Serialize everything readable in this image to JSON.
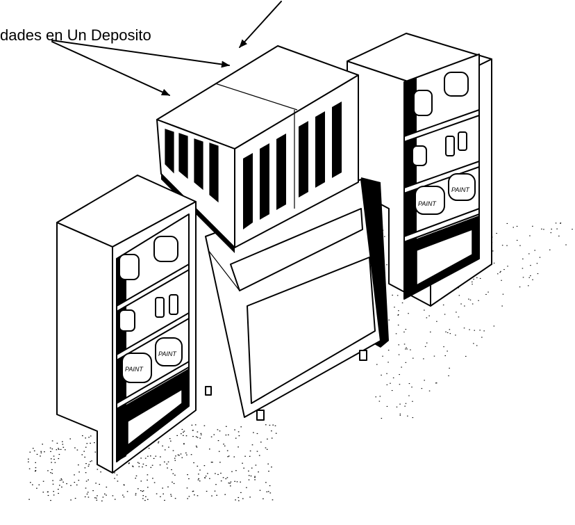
{
  "caption": {
    "text": "dades en Un Deposito"
  },
  "containers": {
    "left_cabinet": {
      "label_can_1": "PAINT",
      "label_can_2": "PAINT"
    },
    "right_cabinet": {
      "label_can_1": "PAINT",
      "label_can_2": "PAINT"
    }
  }
}
